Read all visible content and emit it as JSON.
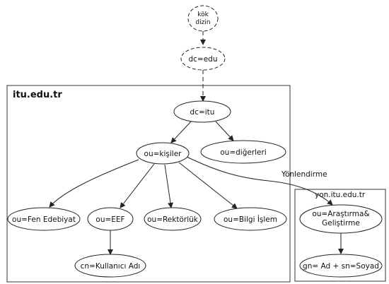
{
  "nodes": {
    "root_line1": "kök",
    "root_line2": "dizin",
    "dc_edu": "dc=edu",
    "dc_itu": "dc=itu",
    "ou_kisiler": "ou=kişiler",
    "ou_digerleri": "ou=diğerleri",
    "ou_fen": "ou=Fen Edebiyat",
    "ou_eef": "ou=EEF",
    "ou_rektorluk": "ou=Rektörlük",
    "ou_bilgi": "ou=Bilgi İşlem",
    "cn_kullanici": "cn=Kullanıcı Adı",
    "ou_arastirma_line1": "ou=Araştırma&",
    "ou_arastirma_line2": "Geliştirme",
    "gn_ad": "gn= Ad + sn=Soyad"
  },
  "boxes": {
    "itu": "itu.edu.tr",
    "yon": "yon.itu.edu.tr"
  },
  "edge_labels": {
    "redirect": "Yönlendirme"
  }
}
